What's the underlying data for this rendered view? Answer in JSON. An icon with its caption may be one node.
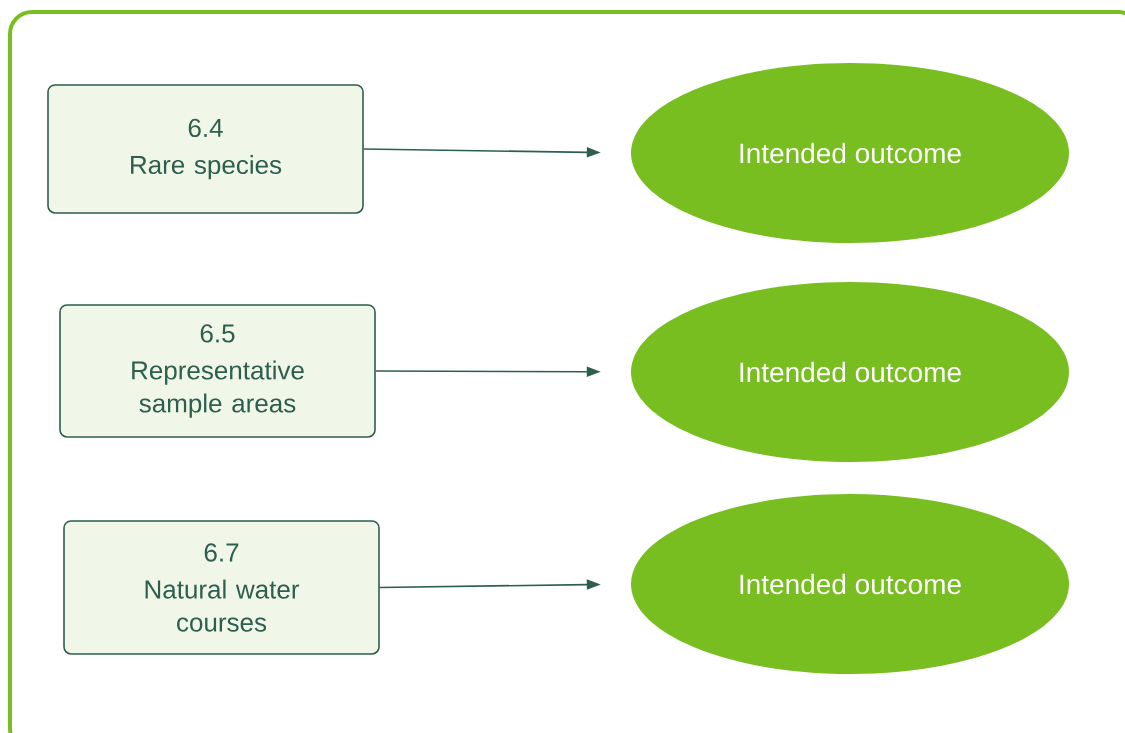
{
  "diagram": {
    "nodes": [
      {
        "text": [
          "6.4",
          "Rare species"
        ]
      },
      {
        "text": [
          "Intended outcome"
        ]
      },
      {
        "text": [
          "6.5",
          "Representative sample areas"
        ]
      },
      {
        "text": [
          "Intended outcome"
        ]
      },
      {
        "text": [
          "6.7",
          "Natural water courses"
        ]
      },
      {
        "text": [
          "Intended outcome"
        ]
      }
    ],
    "edges": [
      {
        "from": 0,
        "to": 1,
        "arrow": "to"
      },
      {
        "from": 2,
        "to": 3,
        "arrow": "to"
      },
      {
        "from": 4,
        "to": 5,
        "arrow": "to"
      }
    ]
  }
}
